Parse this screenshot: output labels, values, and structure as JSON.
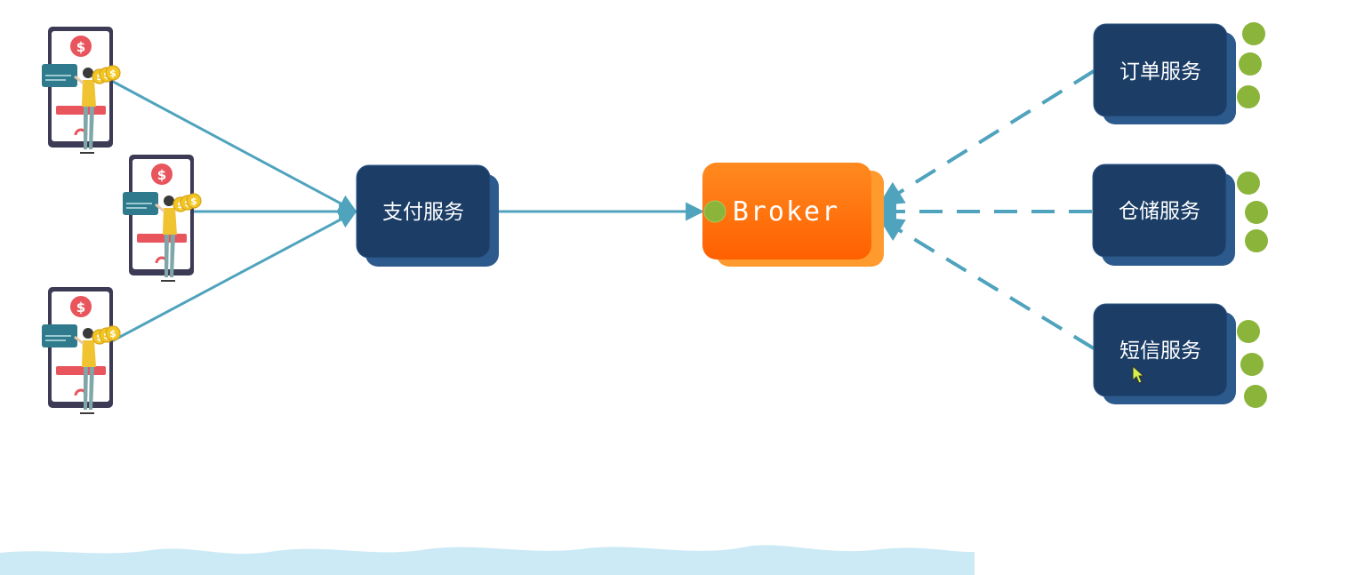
{
  "nodes": {
    "payment": {
      "label": "支付服务"
    },
    "broker": {
      "label": "Broker"
    },
    "consumers": [
      {
        "label": "订单服务"
      },
      {
        "label": "仓储服务"
      },
      {
        "label": "短信服务"
      }
    ]
  },
  "phone_icons": [
    {
      "symbol": "$"
    },
    {
      "symbol": "$"
    },
    {
      "symbol": "$"
    }
  ],
  "colors": {
    "service_box": "#1b3d66",
    "service_shadow": "#2c5a8c",
    "broker_box": "#ff6a00",
    "broker_shadow": "#ff9a2e",
    "connector": "#4fa3bd",
    "queue_dot": "#8bb43a",
    "dollar_badge": "#e8555c",
    "coin": "#f2c623",
    "ground": "#cbeaf6"
  },
  "icons": {
    "phone": "phone-payment-icon",
    "coin": "coin-icon",
    "card": "credit-card-icon",
    "cursor": "mouse-cursor-icon"
  }
}
